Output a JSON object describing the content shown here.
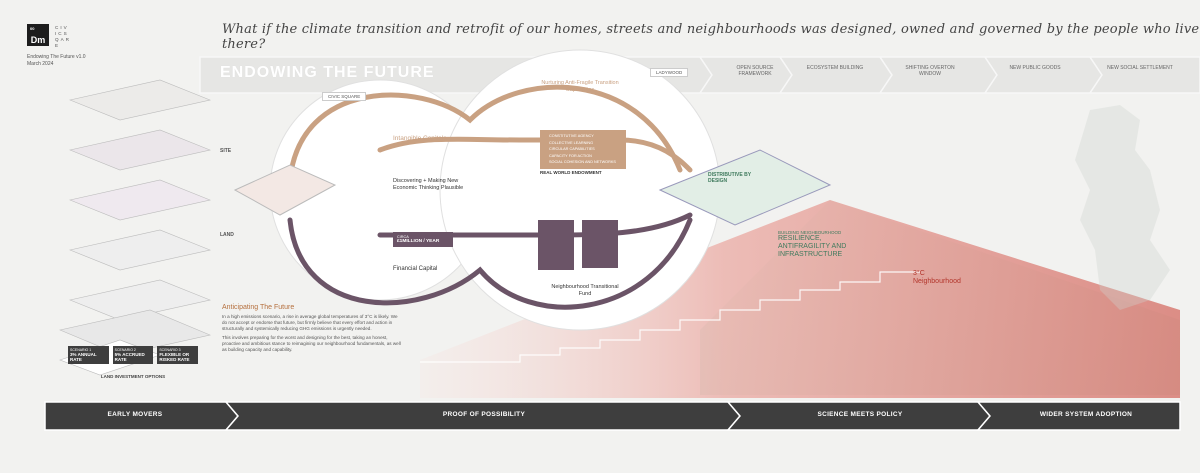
{
  "header": {
    "logo_text": "Dm",
    "logo_sup": "00",
    "org_lines": [
      "CIV",
      "ICS",
      "QAR",
      "E"
    ],
    "doc_title": "Endowing The Future v1.0",
    "doc_date": "March 2024",
    "headline": "What if the climate transition and retrofit of our homes, streets and neighbourhoods was designed, owned and governed by the people who live there?",
    "big_title": "ENDOWING THE FUTURE"
  },
  "stages": [
    "OPEN SOURCE FRAMEWORK",
    "ECOSYSTEM BUILDING",
    "SHIFTING OVERTON WINDOW",
    "NEW PUBLIC GOODS",
    "NEW SOCIAL SETTLEMENT"
  ],
  "places": {
    "civic_square": "CIVIC SQUARE",
    "ladywood": "LADYWOOD",
    "site": "SITE",
    "land": "LAND"
  },
  "capitals": {
    "nurturing_title": "Nurturing Anti-Fragile Transition Capabilities",
    "intangible_title": "Intangible Capitals",
    "discovering_title": "Discovering + Making New Economic Thinking Plausible",
    "financial_title": "Financial Capital",
    "financial_box": [
      "CIRCA",
      "£1MILLION / YEAR"
    ],
    "real_world_endowment": "REAL WORLD ENDOWMENT",
    "distributive": "DISTRIBUTIVE BY DESIGN",
    "fund_title": "Neighbourhood Transitional Fund",
    "capabilities": [
      "CONSTITUTIVE AGENCY",
      "COLLECTIVE LEARNING",
      "CIRCULAR CAPABILITIES",
      "CAPACITY FOR ACTION",
      "SOCIAL COHESION AND NETWORKS"
    ]
  },
  "resilience": {
    "kicker": "BUILDING NEIGHBOURHOOD",
    "title_lines": [
      "RESILIENCE,",
      "ANTIFRAGILITY AND",
      "INFRASTRUCTURE"
    ]
  },
  "neighbourhood_3c": {
    "title_lines": [
      "3°C",
      "Neighbourhood"
    ]
  },
  "anticipating": {
    "title": "Anticipating The Future",
    "body": "In a high emissions scenario, a rise in average global temperatures of 3°C is likely. We do not accept or endorse that future, but firmly believe that every effort and action in structurally and systemically reducing GHG emissions is urgently needed.",
    "body2": "This involves preparing for the worst and designing for the best, taking an honest, proactive and ambitious stance to reimagining our neighbourhood fundamentals, as well as building capacity and capability."
  },
  "land_options": {
    "title": "LAND INVESTMENT OPTIONS",
    "options": [
      {
        "label": "SCENARIO 1",
        "value": "3% ANNUAL RATE"
      },
      {
        "label": "SCENARIO 2",
        "value": "5% ACCRUED RATE"
      },
      {
        "label": "SCENARIO 3",
        "value": "FLEXIBLE OR RISKED RATE"
      }
    ]
  },
  "phases": [
    {
      "label": "EARLY MOVERS"
    },
    {
      "label": "PROOF OF POSSIBILITY"
    },
    {
      "label": "SCIENCE MEETS POLICY"
    },
    {
      "label": "WIDER SYSTEM ADOPTION"
    }
  ],
  "colors": {
    "tan": "#c9a182",
    "plum": "#6b5467",
    "mint": "#bfe0cf",
    "rose": "#e39a93",
    "dark": "#3e3e3e"
  }
}
